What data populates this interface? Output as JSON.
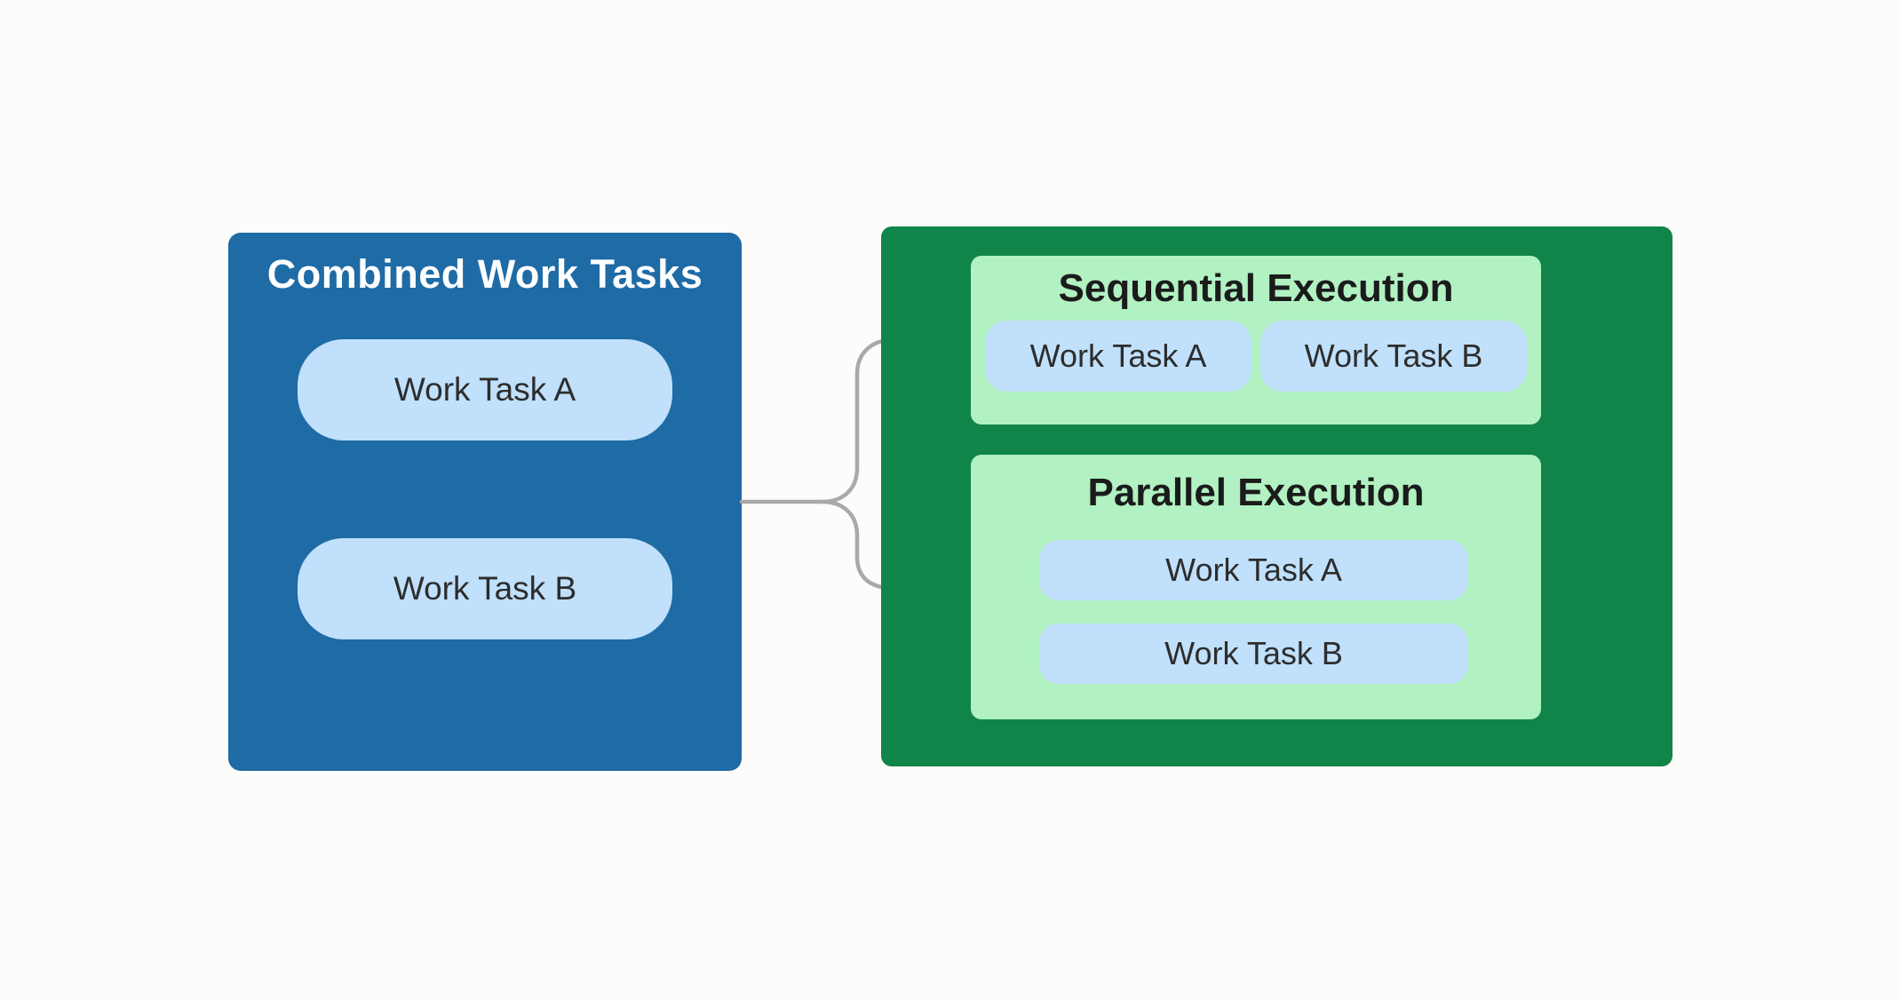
{
  "palette": {
    "page_background": "#fcfcfa",
    "combined_panel": "#1e6ba6",
    "execution_panel": "#118549",
    "execution_subpanel": "#b1f1c2",
    "task_pill": "#c0e0fb",
    "task_pill_text": "#2d2d2d",
    "combined_title_text": "#ffffff",
    "execution_title_text": "#1b1b1b",
    "connector": "#a9a9a9"
  },
  "combined_panel": {
    "title": "Combined Work Tasks",
    "tasks": [
      {
        "label": "Work Task A"
      },
      {
        "label": "Work Task B"
      }
    ]
  },
  "execution_panel": {
    "sequential": {
      "title": "Sequential Execution",
      "tasks": [
        {
          "label": "Work Task A"
        },
        {
          "label": "Work Task B"
        }
      ]
    },
    "parallel": {
      "title": "Parallel Execution",
      "tasks": [
        {
          "label": "Work Task A"
        },
        {
          "label": "Work Task B"
        }
      ]
    }
  }
}
